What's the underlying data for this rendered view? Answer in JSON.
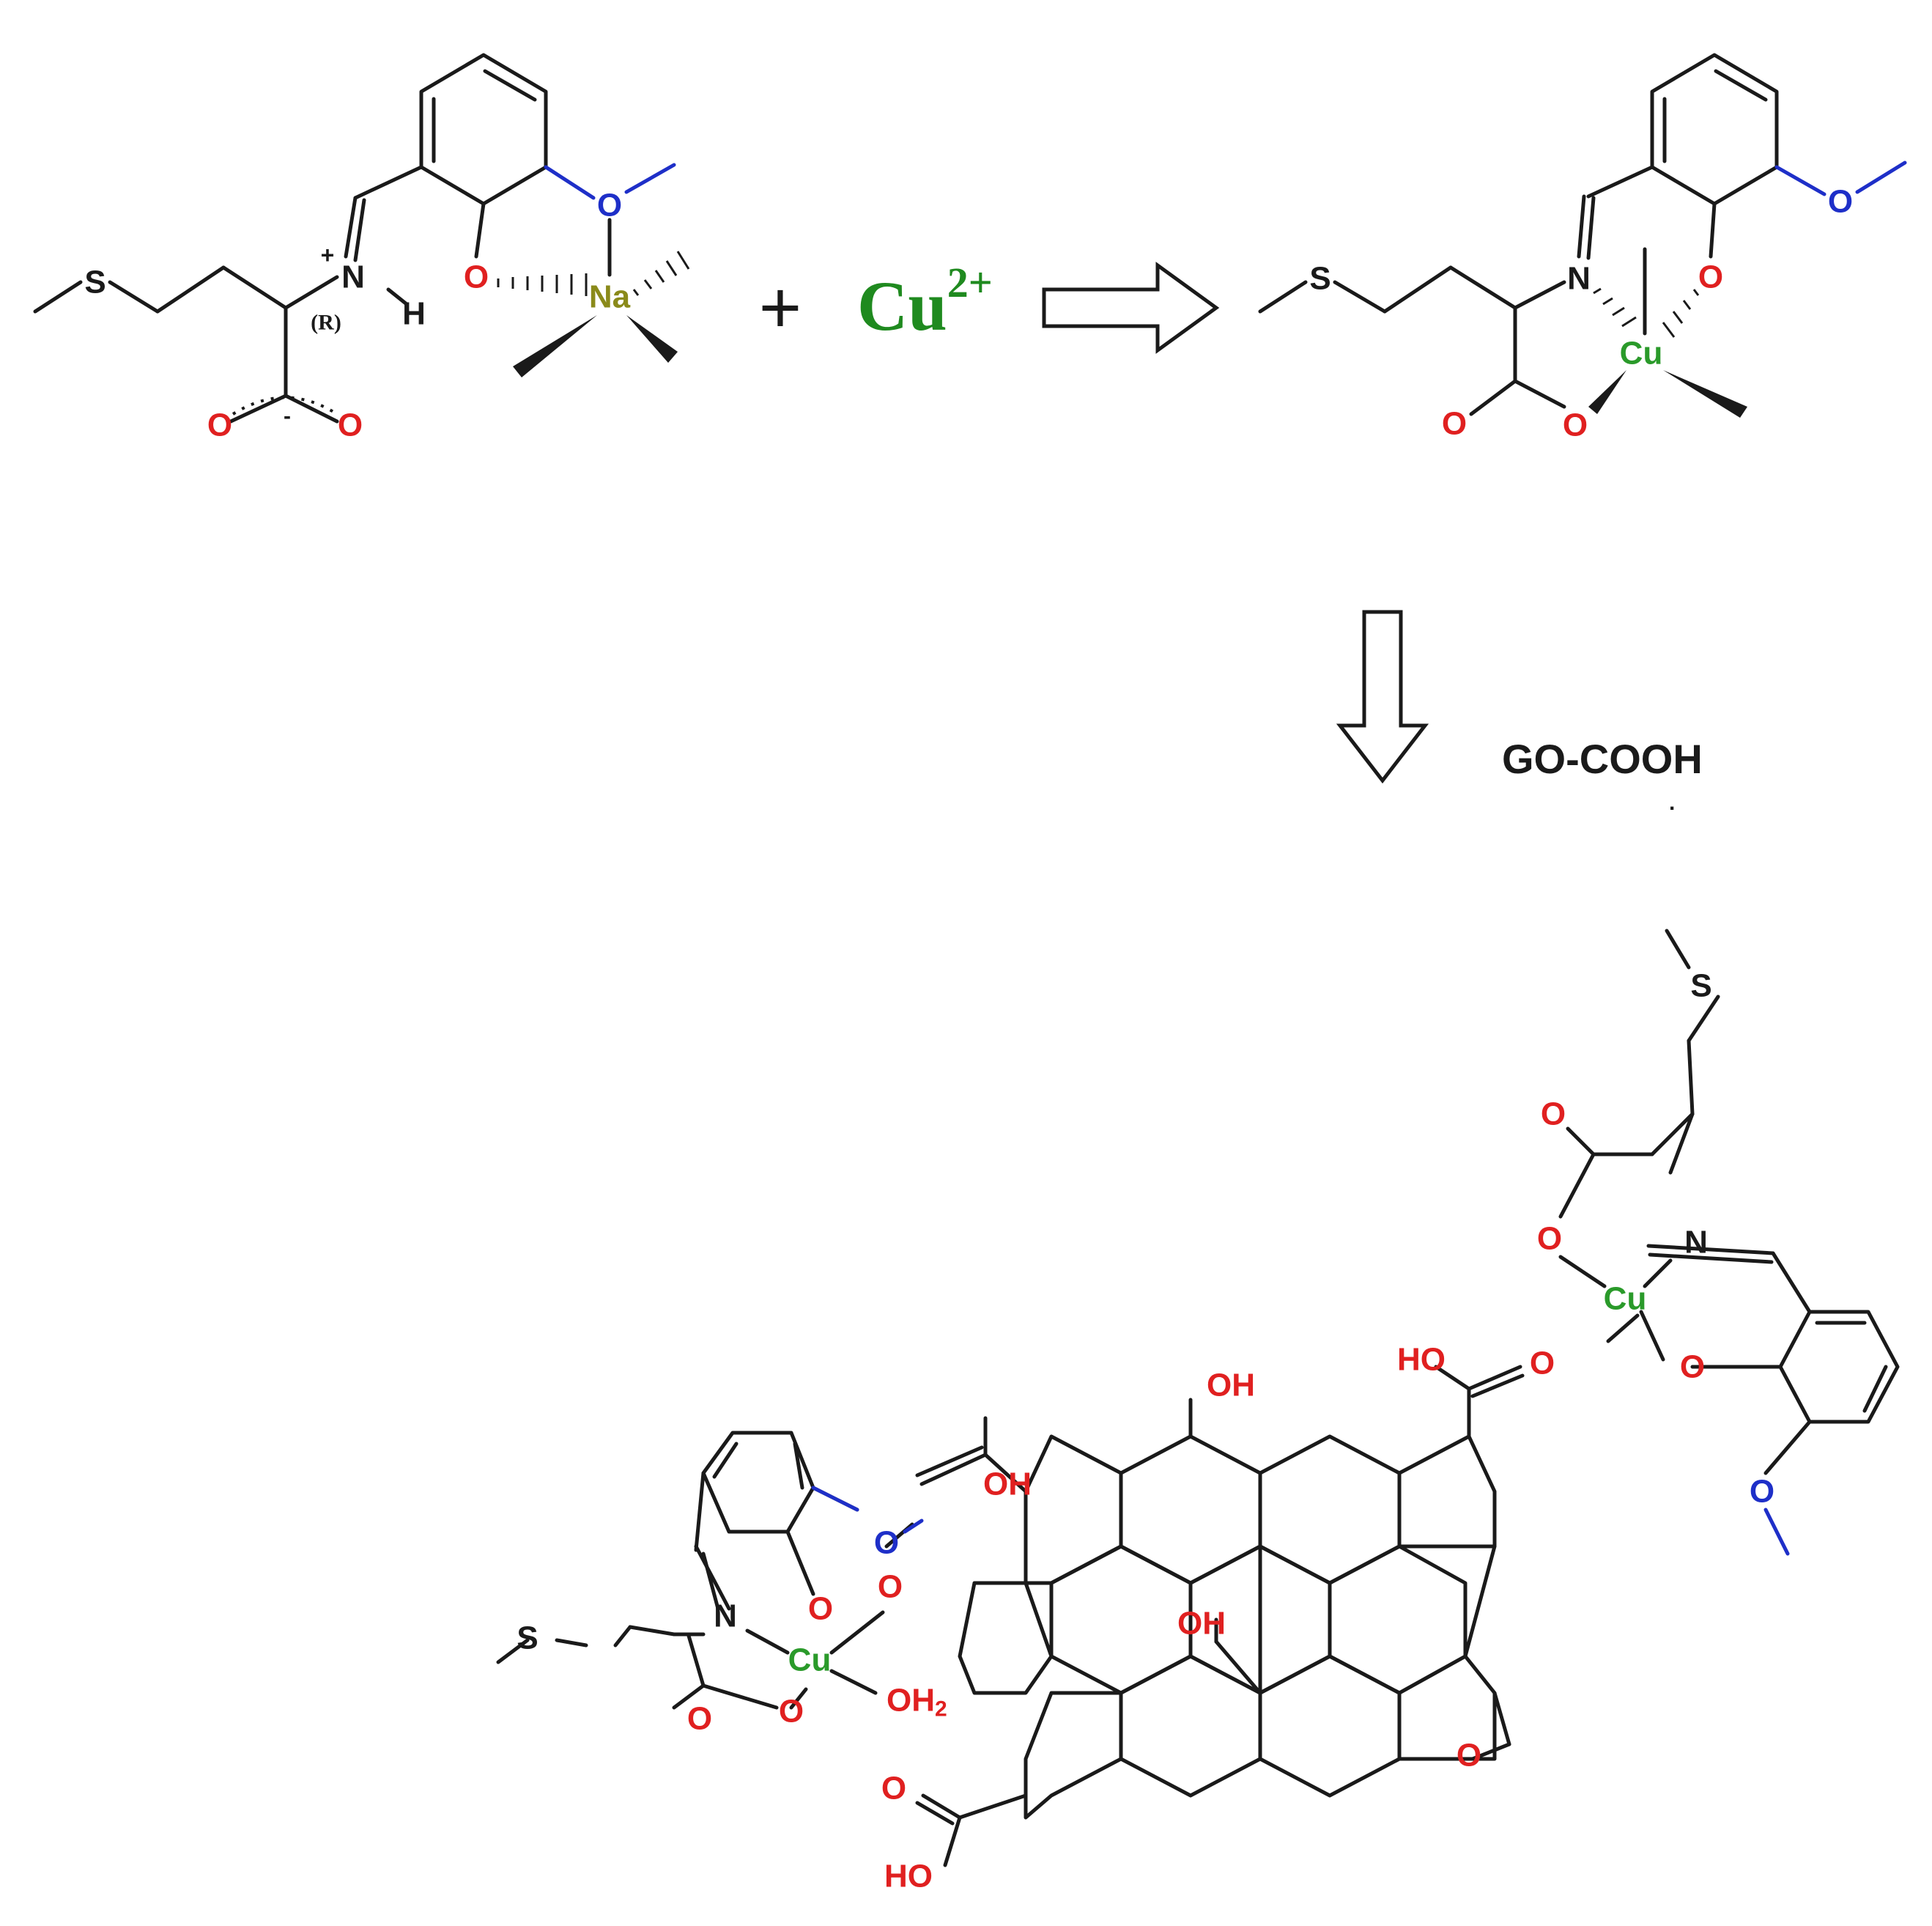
{
  "scheme": {
    "plus_sign": "+",
    "metal_ion": {
      "symbol": "Cu",
      "charge": "2+"
    },
    "reagent_label": "GO-COOH",
    "reagent_dot": "."
  },
  "ligand_sodium_complex": {
    "atoms": {
      "S": "S",
      "N": "N",
      "N_charge": "+",
      "H": "H",
      "stereo": "(R)",
      "O_phenoxide": "O",
      "O_methoxy": "O",
      "Na": "Na",
      "O_carboxylate_1": "O",
      "O_carboxylate_2": "O",
      "carboxylate_charge": "-"
    }
  },
  "copper_complex": {
    "atoms": {
      "S": "S",
      "N": "N",
      "Cu": "Cu",
      "O_phenoxide": "O",
      "O_methoxy": "O",
      "O_carbonyl": "O",
      "O_coordinated": "O"
    }
  },
  "go_hybrid": {
    "right_complex": {
      "S": "S",
      "O_carbonyl": "O",
      "O_coordinated": "O",
      "N": "N",
      "Cu": "Cu",
      "O_phenoxide": "O",
      "O_methoxy": "O"
    },
    "left_complex": {
      "S": "S",
      "N": "N",
      "Cu": "Cu",
      "O_phenoxide": "O",
      "O_methoxy": "O",
      "O_carbonyl": "O",
      "O_coordinated": "O",
      "O_go": "O",
      "OH2": "OH",
      "OH2_sub": "2"
    },
    "graphene_groups": {
      "OH_top": "OH",
      "OH_left": "OH",
      "OH_center": "OH",
      "HO_top_right": "HO",
      "O_ester": "O",
      "O_bottom": "O",
      "HO_bottom": "HO",
      "O_epoxide": "O"
    }
  },
  "colors": {
    "oxygen": "#e02020",
    "methoxy_oxygen": "#1e2fc8",
    "copper": "#2a9a2a",
    "copper_ion": "#1f8a1f",
    "sodium": "#8a8a1a",
    "bond": "#1a1a1a"
  }
}
